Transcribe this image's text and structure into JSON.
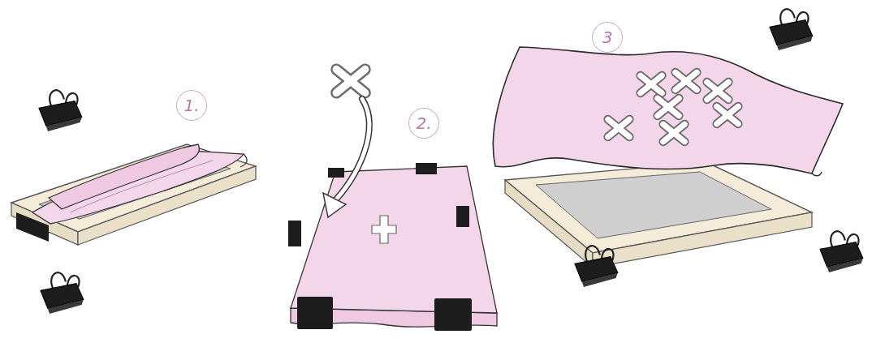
{
  "diagram": {
    "nodes": [
      {
        "text": [
          "1."
        ]
      },
      {
        "text": [
          "2."
        ]
      },
      {
        "text": [
          "3"
        ]
      }
    ]
  }
}
